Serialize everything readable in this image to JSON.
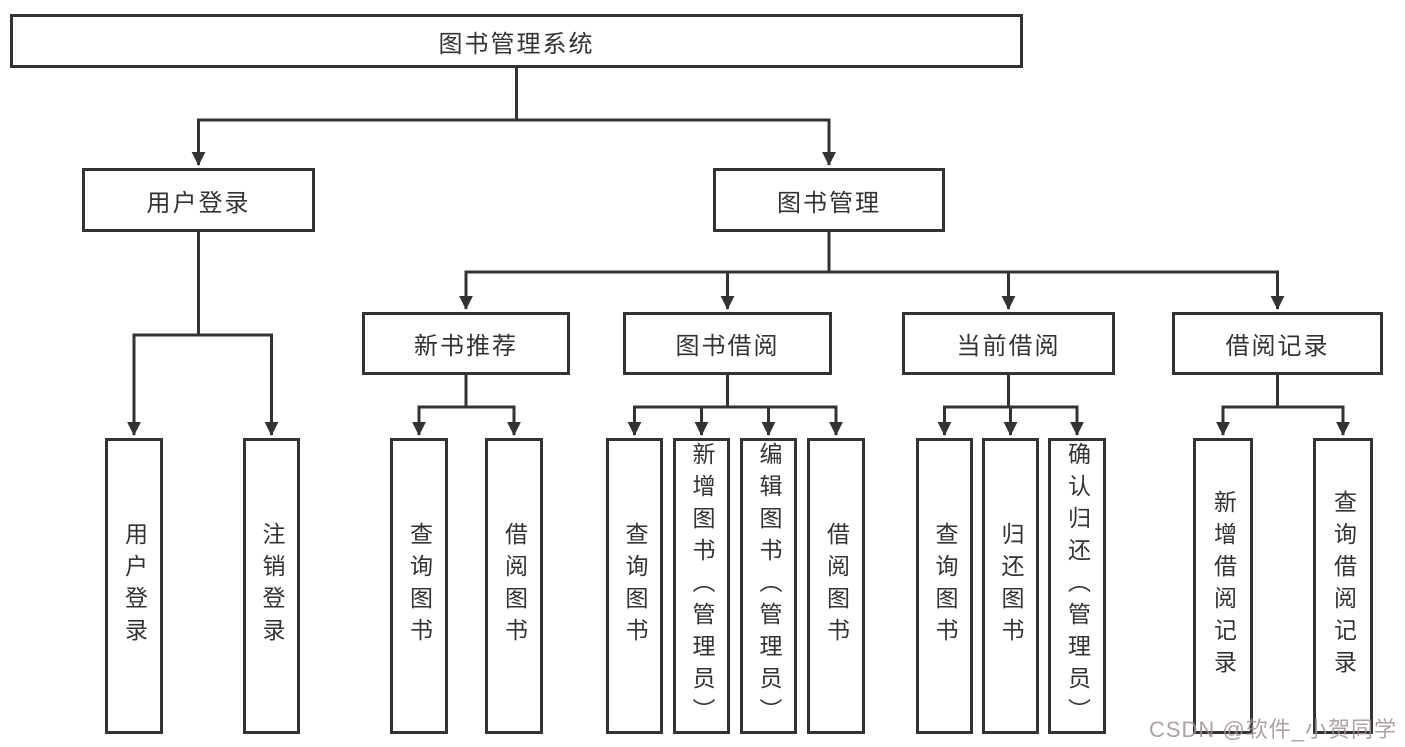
{
  "diagram": {
    "title": "图书管理系统",
    "colors": {
      "line": "#333333",
      "box_border": "#333333",
      "text": "#333333",
      "background": "#ffffff"
    },
    "nodes": {
      "root": {
        "label": "图书管理系统"
      },
      "user_login": {
        "label": "用户登录"
      },
      "book_management": {
        "label": "图书管理"
      },
      "new_book_recommend": {
        "label": "新书推荐"
      },
      "book_borrowing": {
        "label": "图书借阅"
      },
      "current_borrowing": {
        "label": "当前借阅"
      },
      "borrowing_records": {
        "label": "借阅记录"
      },
      "leaf_user_login": {
        "label": "用户登录"
      },
      "leaf_logout": {
        "label": "注销登录"
      },
      "leaf_recommend_query_books": {
        "label": "查询图书"
      },
      "leaf_recommend_borrow_books": {
        "label": "借阅图书"
      },
      "leaf_borrowing_query_books": {
        "label": "查询图书"
      },
      "leaf_borrowing_add_books": {
        "label": "新增图书（管理员）"
      },
      "leaf_borrowing_edit_books": {
        "label": "编辑图书（管理员）"
      },
      "leaf_borrowing_borrow_books": {
        "label": "借阅图书"
      },
      "leaf_current_query_books": {
        "label": "查询图书"
      },
      "leaf_current_return_books": {
        "label": "归还图书"
      },
      "leaf_current_confirm_return": {
        "label": "确认归还（管理员）"
      },
      "leaf_records_add_record": {
        "label": "新增借阅记录"
      },
      "leaf_records_query_record": {
        "label": "查询借阅记录"
      }
    }
  },
  "watermark": {
    "text": "CSDN @软件_小贺同学"
  }
}
